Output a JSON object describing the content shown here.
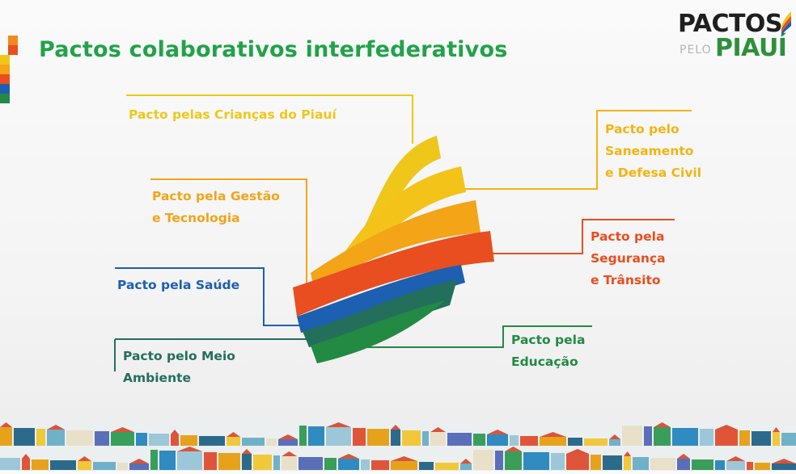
{
  "header": {
    "title": "Pactos colaborativos interfederativos"
  },
  "logo": {
    "line1": "PACTOS",
    "small": "PELO",
    "line2": "PIAUÍ"
  },
  "pacts": [
    {
      "id": "criancas",
      "label": "Pacto pelas Crianças do Piauí",
      "color": "#EFC71A"
    },
    {
      "id": "saneamento",
      "label": "Pacto pelo\nSaneamento\ne Defesa Civil",
      "color": "#F3B411"
    },
    {
      "id": "gestao",
      "label": "Pacto pela Gestão\ne Tecnologia",
      "color": "#F3A417"
    },
    {
      "id": "seguranca",
      "label": "Pacto pela\nSegurança\ne Trânsito",
      "color": "#E84E1F"
    },
    {
      "id": "saude",
      "label": "Pacto pela Saúde",
      "color": "#1D5FB0"
    },
    {
      "id": "educacao",
      "label": "Pacto pela\nEducação",
      "color": "#228A43"
    },
    {
      "id": "meio_ambiente",
      "label": "Pacto pelo Meio\nAmbiente",
      "color": "#236F5C"
    }
  ]
}
